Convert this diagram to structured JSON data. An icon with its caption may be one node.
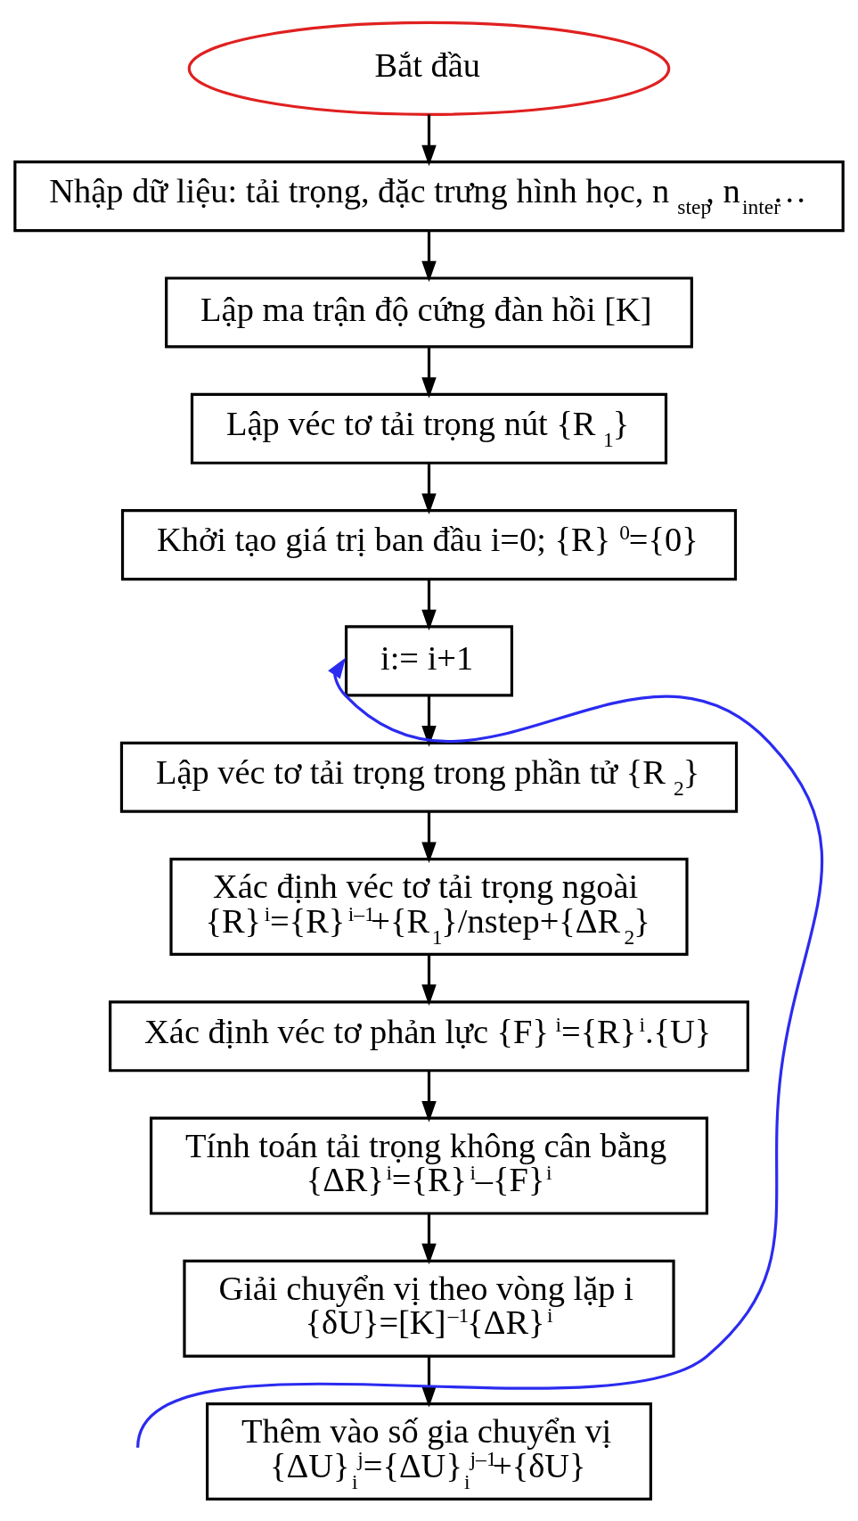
{
  "diagram": {
    "nodes": [
      {
        "text": [
          "Bắt đầu"
        ]
      },
      {
        "text": [
          "Nhập dữ liệu: tải trọng, đặc trưng hình học, n$_{step}$, n$_{inter}$…"
        ]
      },
      {
        "text": [
          "Lập ma trận độ cứng đàn hồi [K]"
        ]
      },
      {
        "text": [
          "Lập véc tơ tải trọng nút {R$_{1}$}"
        ]
      },
      {
        "text": [
          "Khởi tạo giá trị ban đầu i=0; {R}$^{0}$={0}"
        ]
      },
      {
        "text": [
          "i:= i+1"
        ]
      },
      {
        "text": [
          "Lập véc tơ tải trọng trong phần tử {R$_{2}$}"
        ]
      },
      {
        "text": [
          "Xác định véc tơ tải trọng ngoài",
          "{R}$^{i}$={R}$^{i–1}$+{R$_{1}$}/nstep+{ΔR$_{2}$}"
        ]
      },
      {
        "text": [
          "Xác định véc tơ phản lực {F}$^{i}$={R}$^{i}$.{U}"
        ]
      },
      {
        "text": [
          "Tính toán tải trọng không cân bằng",
          "{ΔR}$^{i}$={R}$^{i}$–{F}$^{i}$"
        ]
      },
      {
        "text": [
          "Giải chuyển vị theo vòng lặp i",
          "{δU}=[K]$^{–1}${ΔR}$^{i}$"
        ]
      },
      {
        "text": [
          "Thêm vào số gia chuyển vị",
          "{ΔU}$_{i}$$^{j}$={ΔU}$_{i}$$^{j–1}$+{δU}"
        ]
      }
    ],
    "edges": [
      {
        "from": 0,
        "to": 1,
        "arrow": "to"
      },
      {
        "from": 1,
        "to": 2,
        "arrow": "to"
      },
      {
        "from": 2,
        "to": 3,
        "arrow": "to"
      },
      {
        "from": 3,
        "to": 4,
        "arrow": "to"
      },
      {
        "from": 4,
        "to": 5,
        "arrow": "to"
      },
      {
        "from": null,
        "to": 5,
        "arrow": "to",
        "color": "#2b2bf0"
      },
      {
        "from": 5,
        "to": 6,
        "arrow": "to"
      },
      {
        "from": 6,
        "to": 7,
        "arrow": "to"
      },
      {
        "from": 7,
        "to": 8,
        "arrow": "to"
      },
      {
        "from": 8,
        "to": 9,
        "arrow": "to"
      },
      {
        "from": 9,
        "to": 10,
        "arrow": "to"
      },
      {
        "from": 10,
        "to": 11,
        "arrow": "to"
      }
    ]
  }
}
